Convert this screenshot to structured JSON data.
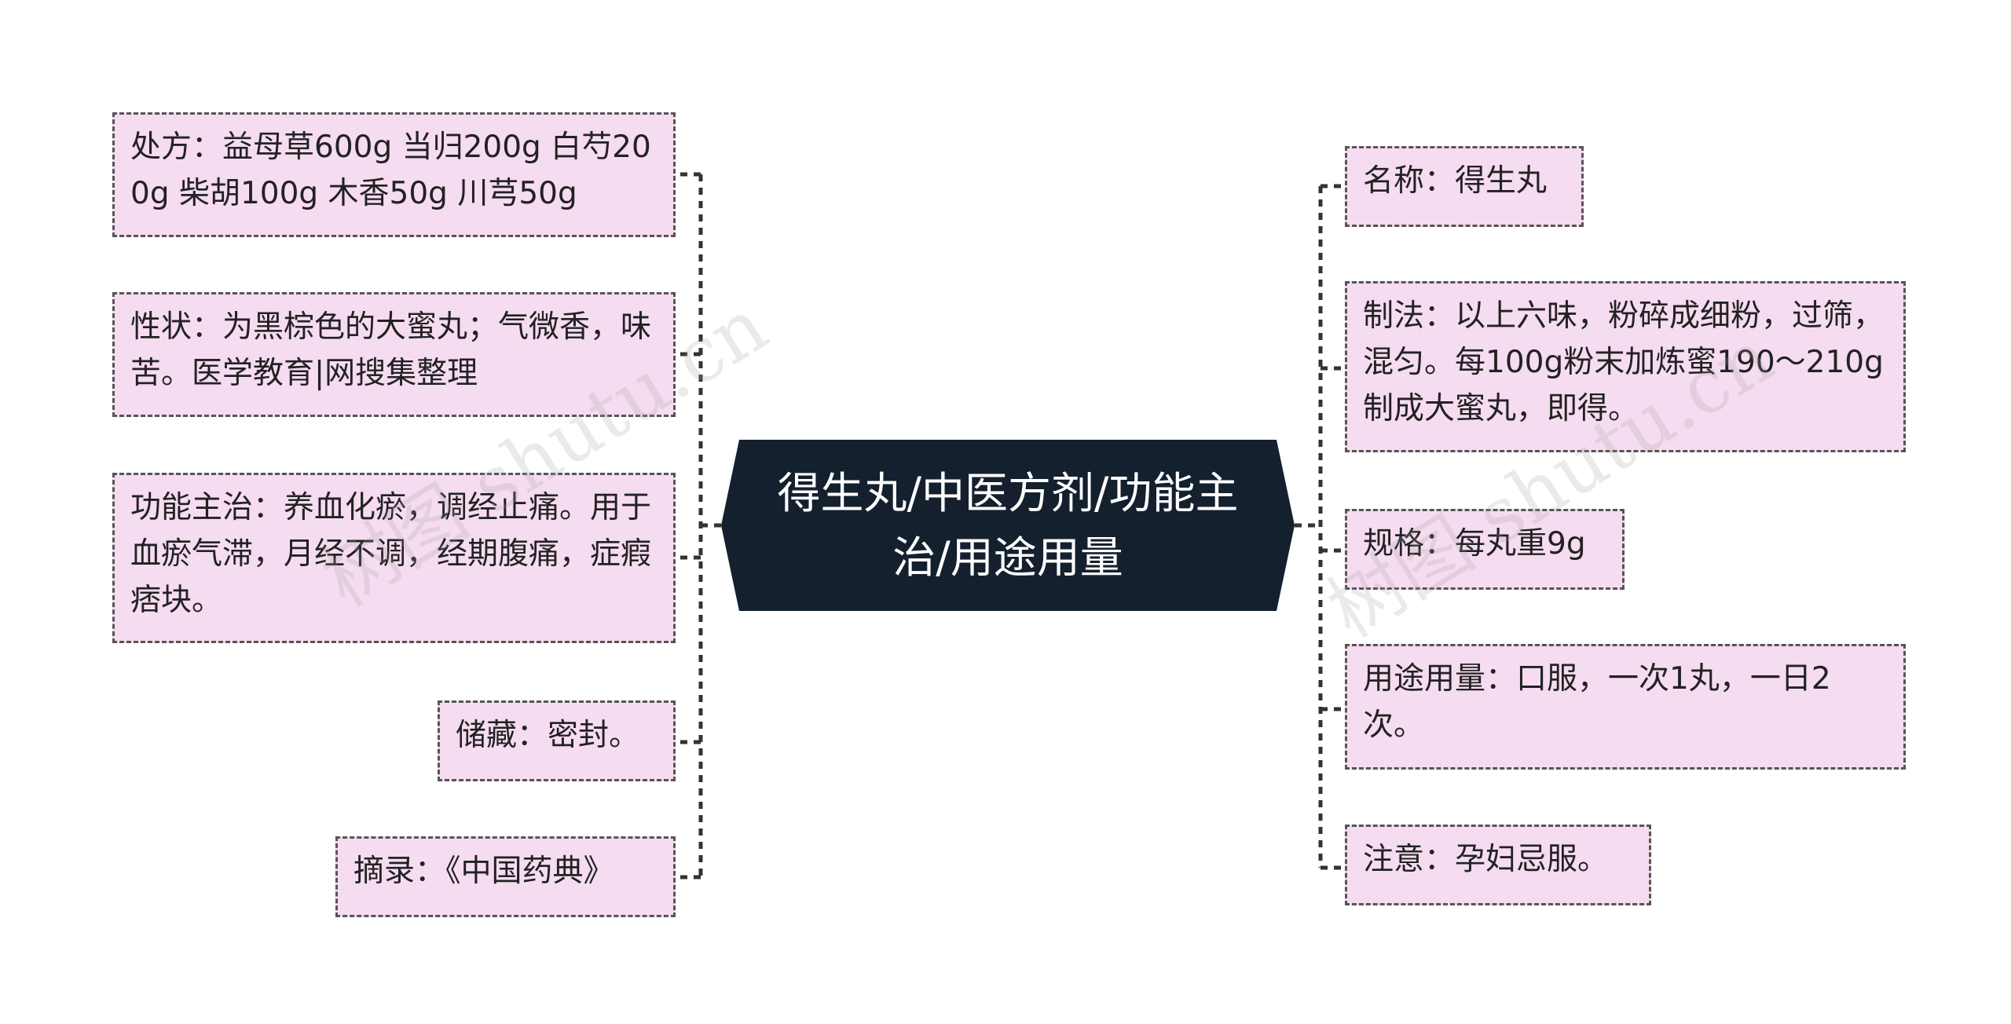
{
  "center": {
    "title": "得生丸/中医方剂/功能主治/用途用量"
  },
  "left_nodes": [
    {
      "text": "处方：益母草600g 当归200g 白芍200g 柴胡100g 木香50g 川芎50g"
    },
    {
      "text": "性状：为黑棕色的大蜜丸；气微香，味苦。医学教育|网搜集整理"
    },
    {
      "text": "功能主治：养血化瘀，调经止痛。用于血瘀气滞，月经不调，经期腹痛，症瘕痞块。"
    },
    {
      "text": "储藏：密封。"
    },
    {
      "text": "摘录：《中国药典》"
    }
  ],
  "right_nodes": [
    {
      "text": "名称：得生丸"
    },
    {
      "text": "制法：以上六味，粉碎成细粉，过筛，混匀。每100g粉末加炼蜜190～210g制成大蜜丸，即得。"
    },
    {
      "text": "规格：每丸重9g"
    },
    {
      "text": "用途用量：口服，一次1丸，一日2次。"
    },
    {
      "text": "注意：孕妇忌服。"
    }
  ],
  "watermark": {
    "left": "树图 shutu.cn",
    "right": "树图 shutu.cn"
  },
  "colors": {
    "center_fill": "#15202e",
    "node_fill": "#f6dcf0",
    "node_border": "#555555",
    "connector": "#333333"
  }
}
